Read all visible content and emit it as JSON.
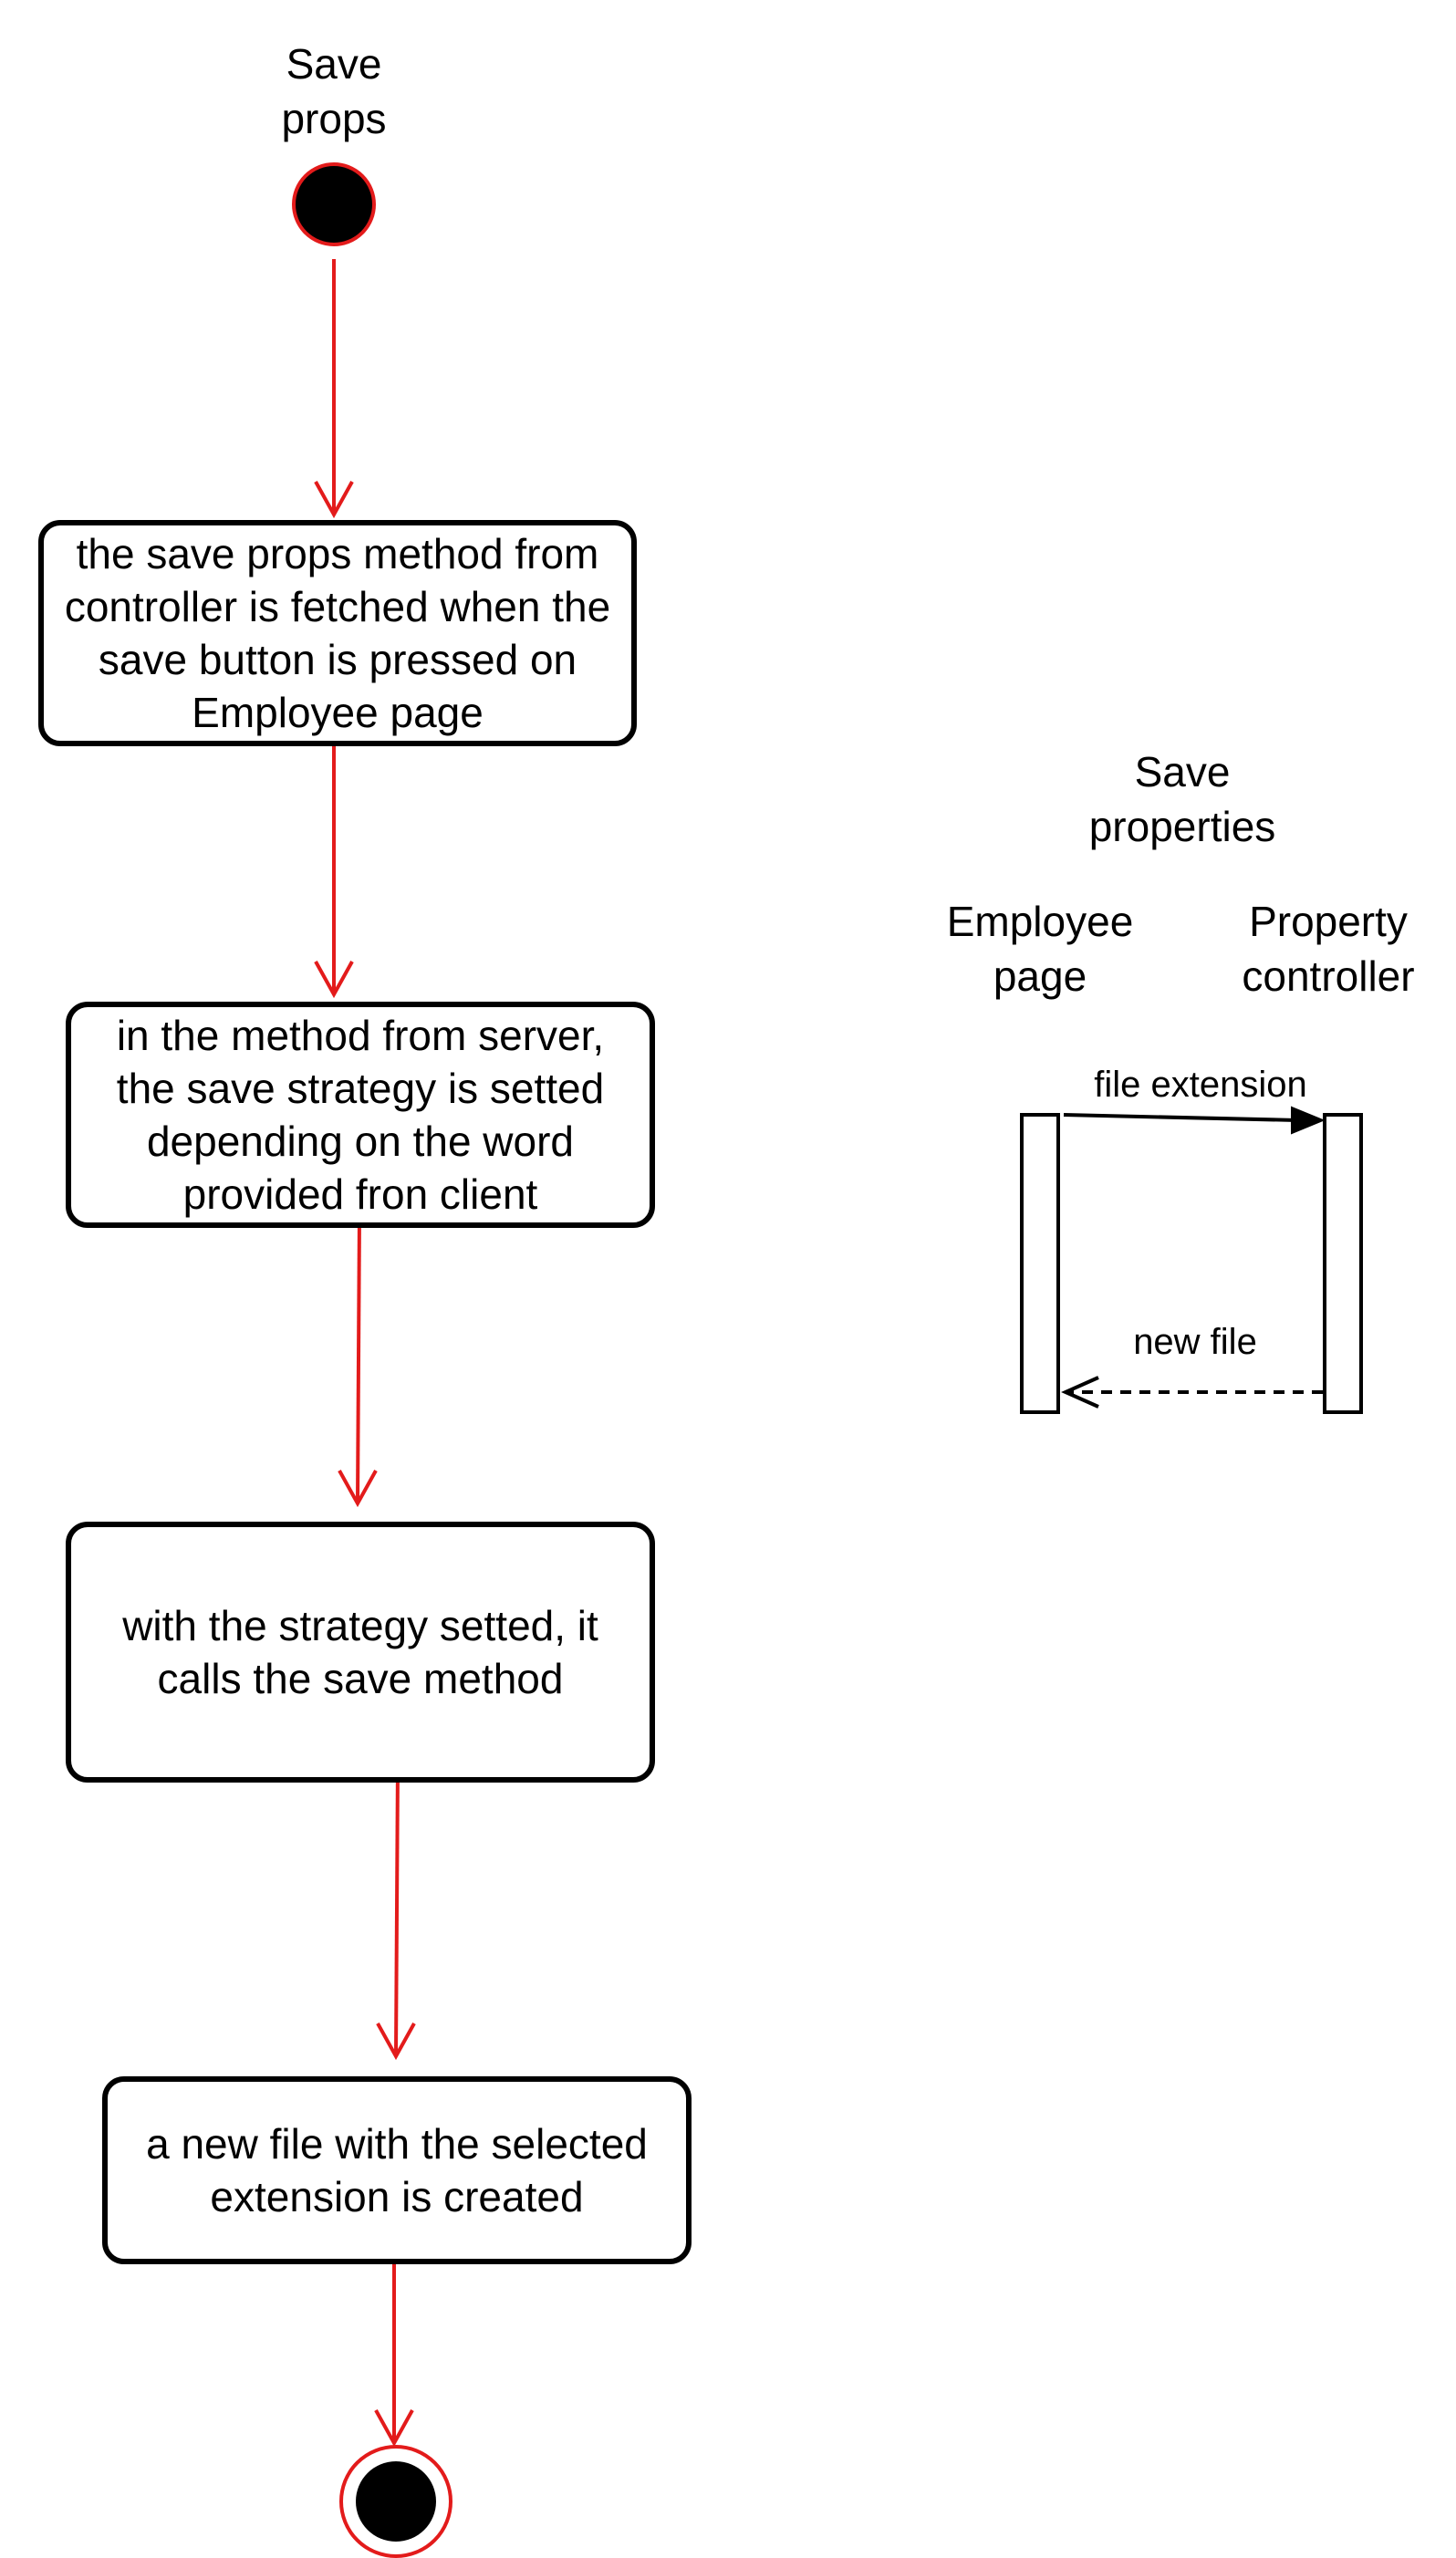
{
  "activity": {
    "title": "Save\nprops",
    "steps": [
      "the save props method from\ncontroller is fetched when the\nsave button is pressed on\nEmployee page",
      "in the method from server,\nthe save strategy is setted\ndepending on the word\nprovided fron client",
      "with the strategy setted, it\ncalls the save method",
      "a new file with the selected\nextension is created"
    ]
  },
  "sequence": {
    "title": "Save\nproperties",
    "lifelines": [
      "Employee\npage",
      "Property\ncontroller"
    ],
    "messages": [
      {
        "label": "file extension",
        "type": "call"
      },
      {
        "label": "new file",
        "type": "return"
      }
    ]
  },
  "colors": {
    "flow": "#e31b1b",
    "outline": "#000000",
    "node_fill": "#000000"
  }
}
